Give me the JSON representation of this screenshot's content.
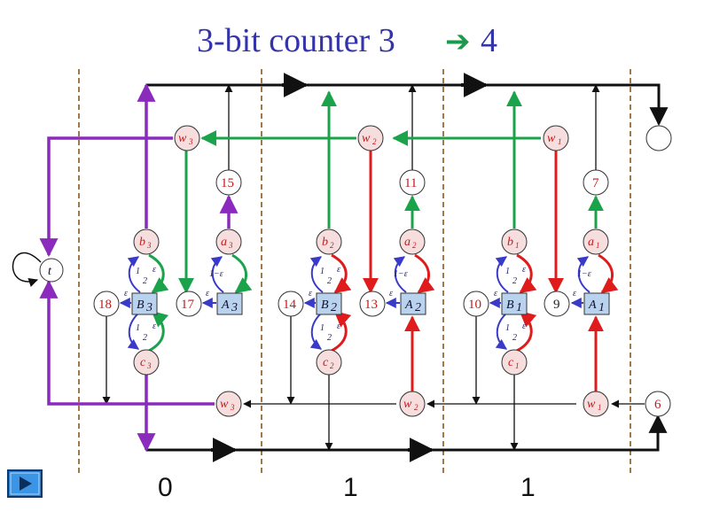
{
  "title": "3-bit counter  3",
  "title_arrow": "➔",
  "title_target": "4",
  "colors": {
    "purple": "#8a2bbd",
    "green": "#1aa34a",
    "red": "#e01b1b",
    "blue": "#3a3ac8",
    "black": "#111111",
    "divider": "#a0784a",
    "title": "#3333aa"
  },
  "bits": [
    "0",
    "1",
    "1"
  ],
  "nodes": {
    "t": "t",
    "w3": "w",
    "w3_sub": "3",
    "w2": "w",
    "w2_sub": "2",
    "w1": "w",
    "w1_sub": "1",
    "b3": "b",
    "b3_sub": "3",
    "b2": "b",
    "b2_sub": "2",
    "b1": "b",
    "b1_sub": "1",
    "a3": "a",
    "a3_sub": "3",
    "a2": "a",
    "a2_sub": "2",
    "a1": "a",
    "a1_sub": "1",
    "c3": "c",
    "c3_sub": "3",
    "c2": "c",
    "c2_sub": "2",
    "c1": "c",
    "c1_sub": "1",
    "u3": "w",
    "u3_sub": "3",
    "u2": "w",
    "u2_sub": "2",
    "u1": "w",
    "u1_sub": "1",
    "B3": "B",
    "B3_sub": "3",
    "B2": "B",
    "B2_sub": "2",
    "B1": "B",
    "B1_sub": "1",
    "A3": "A",
    "A3_sub": "3",
    "A2": "A",
    "A2_sub": "2",
    "A1": "A",
    "A1_sub": "1"
  },
  "numbers": {
    "n18": "18",
    "n17": "17",
    "n15": "15",
    "n14": "14",
    "n13": "13",
    "n11": "11",
    "n10": "10",
    "n9": "9",
    "n7": "7",
    "n6": "6"
  },
  "edge_labels": {
    "half": "1",
    "half_den": "2",
    "eps": "ε",
    "one_minus_eps": "1−ε"
  },
  "play_icon": "play-icon"
}
